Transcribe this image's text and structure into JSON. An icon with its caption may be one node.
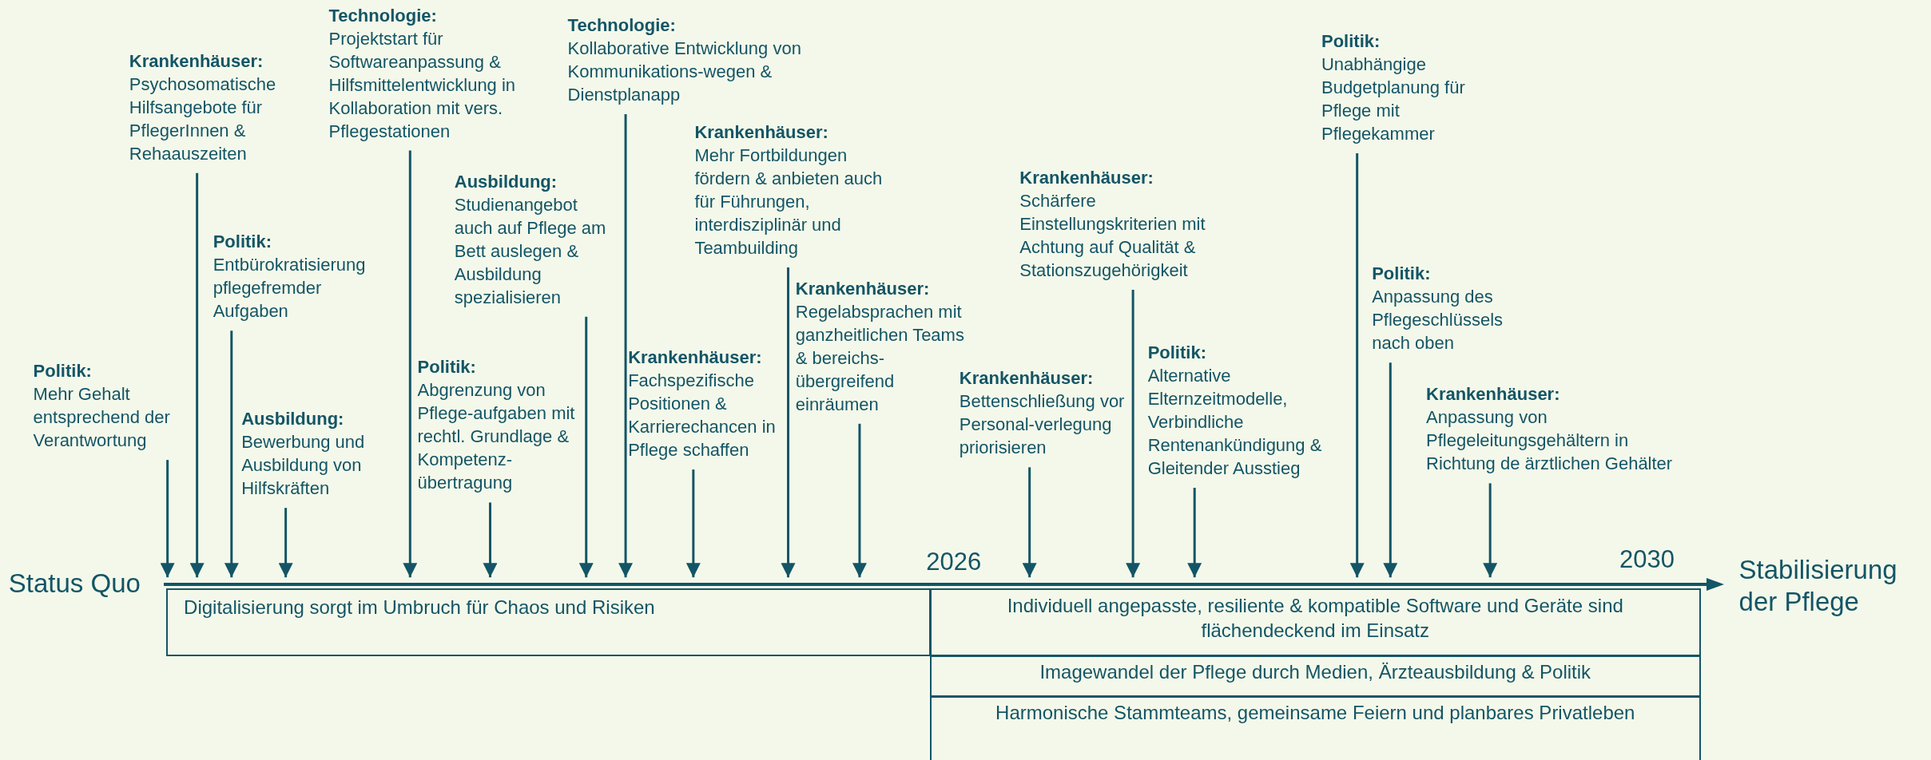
{
  "diagram": {
    "nodes": [
      {
        "text": [
          "Politik:",
          "Mehr Gehalt entsprechend der Verantwortung"
        ]
      },
      {
        "text": [
          "Krankenhäuser:",
          "Psychosomatische Hilfsangebote für PflegerInnen & Rehaauszeiten"
        ]
      },
      {
        "text": [
          "Politik:",
          "Entbürokratisierung pflegefremder Aufgaben"
        ]
      },
      {
        "text": [
          "Ausbildung:",
          "Bewerbung und Ausbildung von Hilfskräften"
        ]
      },
      {
        "text": [
          "Technologie:",
          "Projektstart für Softwareanpassung & Hilfsmittelentwicklung in Kollaboration mit vers. Pflegestationen"
        ]
      },
      {
        "text": [
          "Politik:",
          "Abgrenzung von Pflege-aufgaben mit rechtl. Grundlage & Kompetenz-übertragung"
        ]
      },
      {
        "text": [
          "Ausbildung:",
          "Studienangebot auch auf Pflege am Bett auslegen & Ausbildung spezialisieren"
        ]
      },
      {
        "text": [
          "Technologie:",
          "Kollaborative Entwicklung von Kommunikations-wegen & Dienstplanapp"
        ]
      },
      {
        "text": [
          "Krankenhäuser:",
          "Fachspezifische Positionen & Karrierechancen in Pflege schaffen"
        ]
      },
      {
        "text": [
          "Krankenhäuser:",
          "Mehr Fortbildungen fördern & anbieten auch für Führungen, interdisziplinär und Teambuilding"
        ]
      },
      {
        "text": [
          "Krankenhäuser:",
          "Regelabsprachen mit ganzheitlichen Teams & bereichs-übergreifend einräumen"
        ]
      },
      {
        "text": [
          "Krankenhäuser:",
          "Bettenschließung vor Personal-verlegung priorisieren"
        ]
      },
      {
        "text": [
          "Krankenhäuser:",
          "Schärfere Einstellungskriterien mit Achtung auf Qualität & Stationszugehörigkeit"
        ]
      },
      {
        "text": [
          "Politik:",
          "Alternative Elternzeitmodelle, Verbindliche Rentenankündigung & Gleitender Ausstieg"
        ]
      },
      {
        "text": [
          "Politik:",
          "Unabhängige Budgetplanung für Pflege mit Pflegekammer"
        ]
      },
      {
        "text": [
          "Politik:",
          "Anpassung des Pflegeschlüssels nach oben"
        ]
      },
      {
        "text": [
          "Krankenhäuser:",
          "Anpassung von Pflegeleitungsgehältern in Richtung de ärztlichen Gehälter"
        ]
      },
      {
        "text": [
          "Status Quo"
        ]
      },
      {
        "text": [
          "Stabilisierung der Pflege"
        ]
      },
      {
        "text": [
          "Digitalisierung sorgt im Umbruch für Chaos und Risiken"
        ]
      },
      {
        "text": [
          "Individuell angepasste, resiliente & kompatible Software und Geräte sind flächendeckend im Einsatz"
        ]
      },
      {
        "text": [
          "Imagewandel der Pflege durch Medien, Ärzteausbildung & Politik"
        ]
      },
      {
        "text": [
          "Harmonische Stammteams, gemeinsame Feiern und planbares Privatleben"
        ]
      },
      {
        "text": [],
        "shape": "arrow"
      }
    ],
    "edges": [
      {
        "from": 0,
        "to": 23,
        "arrow": "to"
      },
      {
        "from": 1,
        "to": 23,
        "arrow": "to"
      },
      {
        "from": 2,
        "to": 23,
        "arrow": "to"
      },
      {
        "from": 3,
        "to": 23,
        "arrow": "to"
      },
      {
        "from": 4,
        "to": 23,
        "arrow": "to"
      },
      {
        "from": 5,
        "to": 23,
        "arrow": "to"
      },
      {
        "from": 6,
        "to": 23,
        "arrow": "to"
      },
      {
        "from": 7,
        "to": 23,
        "arrow": "to"
      },
      {
        "from": 8,
        "to": 23,
        "arrow": "to"
      },
      {
        "from": 9,
        "to": 23,
        "arrow": "to"
      },
      {
        "from": 10,
        "to": 23,
        "arrow": "to"
      },
      {
        "from": 11,
        "to": 23,
        "arrow": "to"
      },
      {
        "from": 12,
        "to": 23,
        "arrow": "to"
      },
      {
        "from": 13,
        "to": 23,
        "arrow": "to"
      },
      {
        "from": 14,
        "to": 23,
        "arrow": "to"
      },
      {
        "from": 15,
        "to": 23,
        "arrow": "to"
      },
      {
        "from": 16,
        "to": 23,
        "arrow": "to"
      }
    ],
    "labels": [
      "2026",
      "2030"
    ]
  }
}
